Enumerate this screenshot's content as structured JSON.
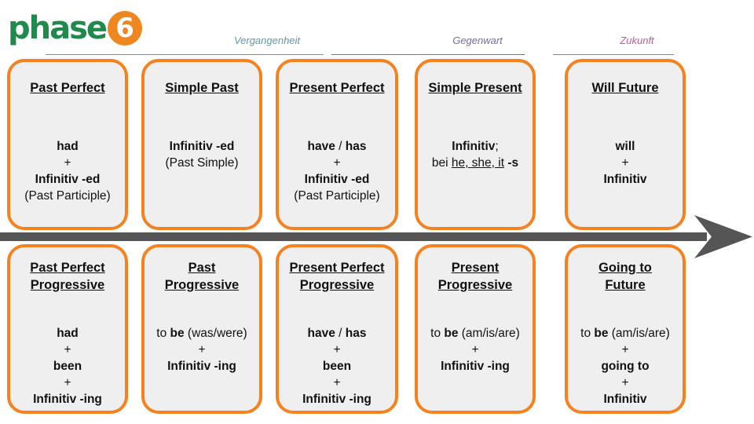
{
  "logo": {
    "text": "phase",
    "digit": "6"
  },
  "periods": [
    {
      "label": "Vergangenheit",
      "color": "#5f9aa8"
    },
    {
      "label": "Gegenwart",
      "color": "#7b6aa8"
    },
    {
      "label": "Zukunft",
      "color": "#c0609a"
    }
  ],
  "colors": {
    "card_border": "#f5821f",
    "card_bg": "#efefef",
    "arrow": "#555555",
    "logo_green": "#1f8a4c",
    "logo_orange": "#f0871e"
  },
  "cards_top": [
    {
      "title": "Past Perfect",
      "lines": [
        "had",
        "+",
        "Infinitiv -ed",
        "(Past Participle)"
      ]
    },
    {
      "title": "Simple Past",
      "lines": [
        "Infinitiv -ed",
        "(Past Simple)"
      ]
    },
    {
      "title": "Present Perfect",
      "lines": [
        "have",
        " / ",
        "has",
        "+",
        "Infinitiv -ed",
        "(Past Participle)"
      ]
    },
    {
      "title": "Simple Present",
      "lines": [
        "Infinitiv",
        ";",
        "bei ",
        "he, she, it",
        " ",
        "-s"
      ]
    },
    {
      "title": "Will Future",
      "lines": [
        "will",
        "+",
        "Infinitiv"
      ]
    }
  ],
  "cards_bottom": [
    {
      "title": [
        "Past Perfect",
        "Progressive"
      ],
      "lines": [
        "had",
        "+",
        "been",
        "+",
        "Infinitiv -ing"
      ]
    },
    {
      "title": [
        "Past",
        "Progressive"
      ],
      "lines": [
        "to ",
        "be",
        " (was/were)",
        "+",
        "Infinitiv -ing"
      ]
    },
    {
      "title": [
        "Present Perfect",
        "Progressive"
      ],
      "lines": [
        "have",
        " / ",
        "has",
        "+",
        "been",
        "+",
        "Infinitiv -ing"
      ]
    },
    {
      "title": [
        "Present",
        "Progressive"
      ],
      "lines": [
        "to ",
        "be",
        " (am/is/are)",
        "+",
        "Infinitiv -ing"
      ]
    },
    {
      "title": [
        "Going to",
        "Future"
      ],
      "lines": [
        "to ",
        "be",
        " (am/is/are)",
        "+",
        "going to",
        "+",
        "Infinitiv"
      ]
    }
  ]
}
